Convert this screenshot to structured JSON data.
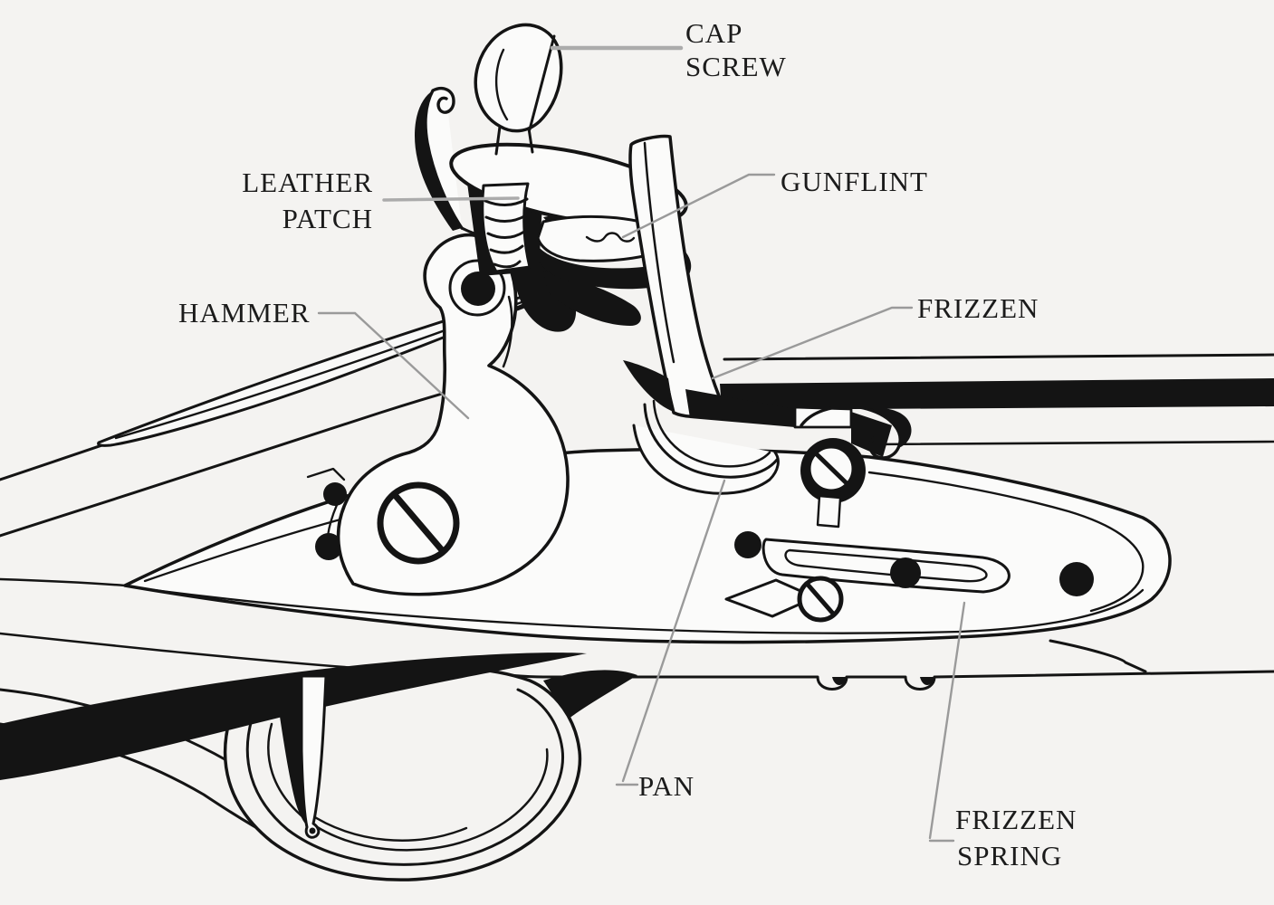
{
  "diagram": {
    "subject": "flintlock mechanism side view",
    "background_color": "#f4f3f1",
    "ink_color": "#141414",
    "leader_color": "#a9a9a9",
    "text_color": "#1b1b1b",
    "labels": {
      "cap_screw": {
        "line1": "CAP",
        "line2": "SCREW"
      },
      "leather_patch": {
        "line1": "LEATHER",
        "line2": "PATCH"
      },
      "gunflint": {
        "text": "GUNFLINT"
      },
      "hammer": {
        "text": "HAMMER"
      },
      "frizzen": {
        "text": "FRIZZEN"
      },
      "pan": {
        "text": "PAN"
      },
      "frizzen_spring": {
        "line1": "FRIZZEN",
        "line2": "SPRING"
      }
    }
  }
}
